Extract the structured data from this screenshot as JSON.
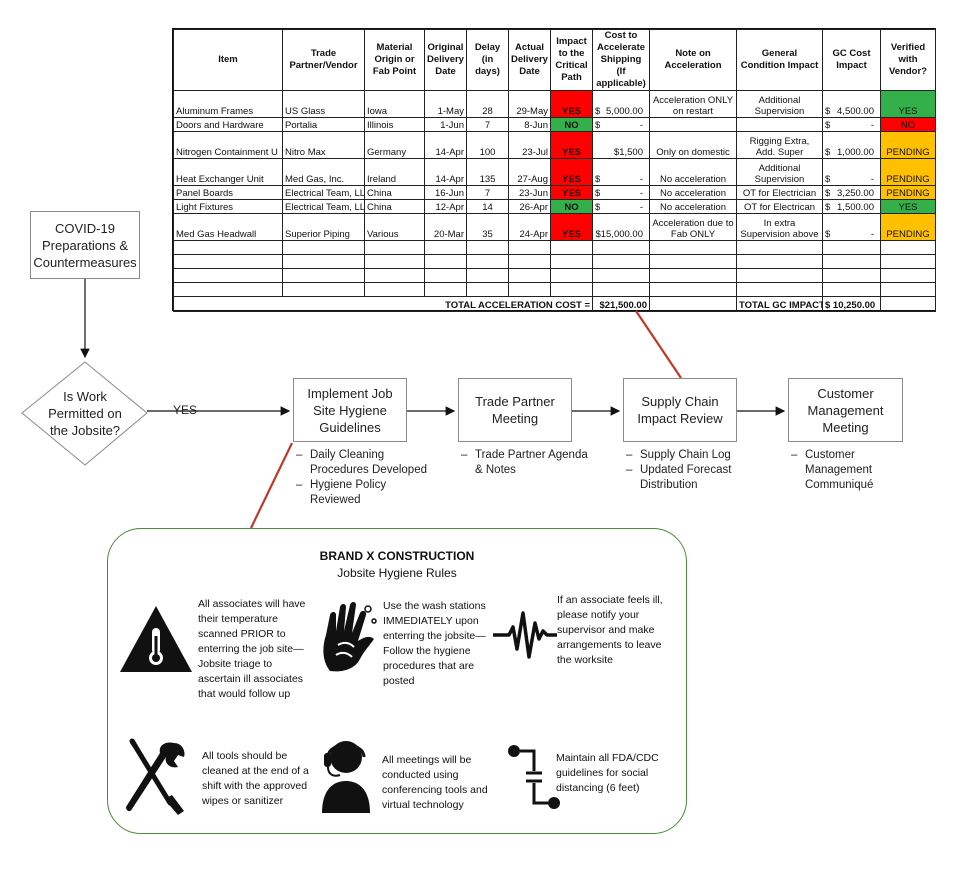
{
  "table": {
    "headers": [
      "Item",
      "Trade Partner/Vendor",
      "Material Origin or Fab Point",
      "Original Delivery Date",
      "Delay (in days)",
      "Actual Delivery Date",
      "Impact to the Critical Path",
      "Cost to Accelerate Shipping (If applicable)",
      "Note on Acceleration",
      "General Condition Impact",
      "GC Cost Impact",
      "Verified with Vendor?"
    ],
    "rows": [
      {
        "item": "Aluminum Frames",
        "vendor": "US Glass",
        "origin": "Iowa",
        "orig_date": "1-May",
        "delay": "28",
        "actual_date": "29-May",
        "critical": "YES",
        "accel_cost_sym": "$",
        "accel_cost": "5,000.00",
        "note": "Acceleration ONLY on restart",
        "gc_impact": "Additional Supervision",
        "gc_cost_sym": "$",
        "gc_cost": "4,500.00",
        "verified": "YES"
      },
      {
        "item": "Doors and Hardware",
        "vendor": "Portalia",
        "origin": "Illinois",
        "orig_date": "1-Jun",
        "delay": "7",
        "actual_date": "8-Jun",
        "critical": "NO",
        "accel_cost_sym": "$",
        "accel_cost": "-",
        "note": "",
        "gc_impact": "",
        "gc_cost_sym": "$",
        "gc_cost": "-",
        "verified": "NO"
      },
      {
        "item": "Nitrogen Containment U",
        "vendor": "Nitro Max",
        "origin": "Germany",
        "orig_date": "14-Apr",
        "delay": "100",
        "actual_date": "23-Jul",
        "critical": "YES",
        "accel_cost_sym": "",
        "accel_cost": "$1,500",
        "note": "Only on domestic",
        "gc_impact": "Rigging Extra, Add. Super",
        "gc_cost_sym": "$",
        "gc_cost": "1,000.00",
        "verified": "PENDING"
      },
      {
        "item": "Heat Exchanger Unit",
        "vendor": "Med Gas, Inc.",
        "origin": "Ireland",
        "orig_date": "14-Apr",
        "delay": "135",
        "actual_date": "27-Aug",
        "critical": "YES",
        "accel_cost_sym": "$",
        "accel_cost": "-",
        "note": "No acceleration",
        "gc_impact": "Additional Supervision",
        "gc_cost_sym": "$",
        "gc_cost": "-",
        "verified": "PENDING"
      },
      {
        "item": "Panel Boards",
        "vendor": "Electrical Team, LL",
        "origin": "China",
        "orig_date": "16-Jun",
        "delay": "7",
        "actual_date": "23-Jun",
        "critical": "YES",
        "accel_cost_sym": "$",
        "accel_cost": "-",
        "note": "No acceleration",
        "gc_impact": "OT for Electrician",
        "gc_cost_sym": "$",
        "gc_cost": "3,250.00",
        "verified": "PENDING"
      },
      {
        "item": "Light Fixtures",
        "vendor": "Electrical Team, LL",
        "origin": "China",
        "orig_date": "12-Apr",
        "delay": "14",
        "actual_date": "26-Apr",
        "critical": "NO",
        "accel_cost_sym": "$",
        "accel_cost": "-",
        "note": "No acceleration",
        "gc_impact": "OT for Electrican",
        "gc_cost_sym": "$",
        "gc_cost": "1,500.00",
        "verified": "YES"
      },
      {
        "item": "Med Gas Headwall",
        "vendor": "Superior Piping",
        "origin": "Various",
        "orig_date": "20-Mar",
        "delay": "35",
        "actual_date": "24-Apr",
        "critical": "YES",
        "accel_cost_sym": "",
        "accel_cost": "$15,000.00",
        "note": "Acceleration due to Fab ONLY",
        "gc_impact": "In extra Supervision above",
        "gc_cost_sym": "$",
        "gc_cost": "-",
        "verified": "PENDING"
      }
    ],
    "total_accel_label": "TOTAL ACCELERATION COST =",
    "total_accel_value": "$21,500.00",
    "total_gc_label": "TOTAL GC IMPACT=",
    "total_gc_value": "$ 10,250.00"
  },
  "flow": {
    "covid_box": "COVID-19 Preparations & Countermeasures",
    "decision": "Is Work Permitted on the Jobsite?",
    "yes_label": "YES",
    "steps": [
      {
        "title": "Implement Job Site Hygiene Guidelines",
        "bullets": [
          "Daily Cleaning Procedures Developed",
          "Hygiene Policy Reviewed"
        ]
      },
      {
        "title": "Trade Partner Meeting",
        "bullets": [
          "Trade Partner Agenda & Notes"
        ]
      },
      {
        "title": "Supply Chain Impact Review",
        "bullets": [
          "Supply Chain Log",
          "Updated Forecast Distribution"
        ]
      },
      {
        "title": "Customer Management Meeting",
        "bullets": [
          "Customer Management Communiqué"
        ]
      }
    ]
  },
  "rules": {
    "title": "BRAND X CONSTRUCTION",
    "subtitle": "Jobsite Hygiene Rules",
    "items": [
      {
        "icon": "thermometer-warning-icon",
        "text": "All associates will have their temperature scanned PRIOR to enterring the job site— Jobsite triage to ascertain ill associates that would follow up"
      },
      {
        "icon": "washing-hands-icon",
        "text": "Use the wash stations IMMEDIATELY upon enterring the jobsite— Follow the hygiene procedures that are posted"
      },
      {
        "icon": "heartbeat-icon",
        "text": "If an associate feels ill, please notify your supervisor and make arrangements to leave the worksite"
      },
      {
        "icon": "tools-icon",
        "text": "All tools should be cleaned at the end of a shift with the approved wipes or sanitizer"
      },
      {
        "icon": "headset-person-icon",
        "text": "All meetings will be conducted using conferencing tools and virtual technology"
      },
      {
        "icon": "social-distance-icon",
        "text": "Maintain all FDA/CDC guidelines for social distancing (6 feet)"
      }
    ]
  },
  "colors": {
    "red": "#ff0000",
    "green": "#33b04a",
    "amber": "#ffc000",
    "connector_red": "#c0392b",
    "panel_border": "#4a8a3a"
  }
}
